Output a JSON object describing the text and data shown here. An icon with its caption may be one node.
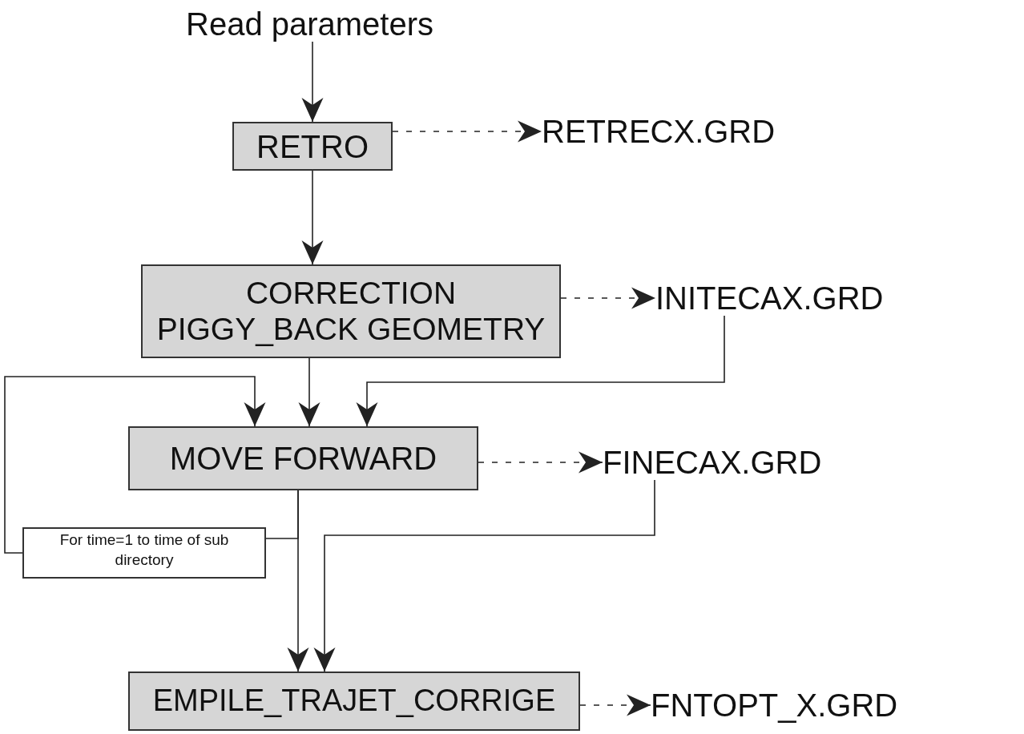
{
  "diagram": {
    "nodes": [
      {
        "text": [
          "Read parameters"
        ]
      },
      {
        "text": [
          "RETRO"
        ]
      },
      {
        "text": [
          "RETRECX.GRD"
        ]
      },
      {
        "text": [
          "CORRECTION",
          "PIGGY_BACK GEOMETRY"
        ]
      },
      {
        "text": [
          "INITECAX.GRD"
        ]
      },
      {
        "text": [
          "MOVE FORWARD"
        ]
      },
      {
        "text": [
          "FINECAX.GRD"
        ]
      },
      {
        "text": [
          "For time=1 to time of sub directory"
        ]
      },
      {
        "text": [
          "EMPILE_TRAJET_CORRIGE"
        ]
      },
      {
        "text": [
          "FNTOPT_X.GRD"
        ]
      }
    ],
    "edges": [
      {
        "from": 0,
        "to": 1,
        "arrow": "to"
      },
      {
        "from": 1,
        "to": 2,
        "arrow": "to",
        "style": "dashed"
      },
      {
        "from": 1,
        "to": 3,
        "arrow": "to"
      },
      {
        "from": 3,
        "to": 4,
        "arrow": "to",
        "style": "dashed"
      },
      {
        "from": 3,
        "to": 5,
        "arrow": "to"
      },
      {
        "from": 4,
        "to": 5,
        "arrow": "to"
      },
      {
        "from": 5,
        "to": 6,
        "arrow": "to",
        "style": "dashed"
      },
      {
        "from": 5,
        "to": 7,
        "arrow": "none"
      },
      {
        "from": 7,
        "to": 5,
        "arrow": "to"
      },
      {
        "from": 5,
        "to": 8,
        "arrow": "to"
      },
      {
        "from": 6,
        "to": 8,
        "arrow": "to"
      },
      {
        "from": 8,
        "to": 9,
        "arrow": "to",
        "style": "dashed"
      }
    ]
  }
}
